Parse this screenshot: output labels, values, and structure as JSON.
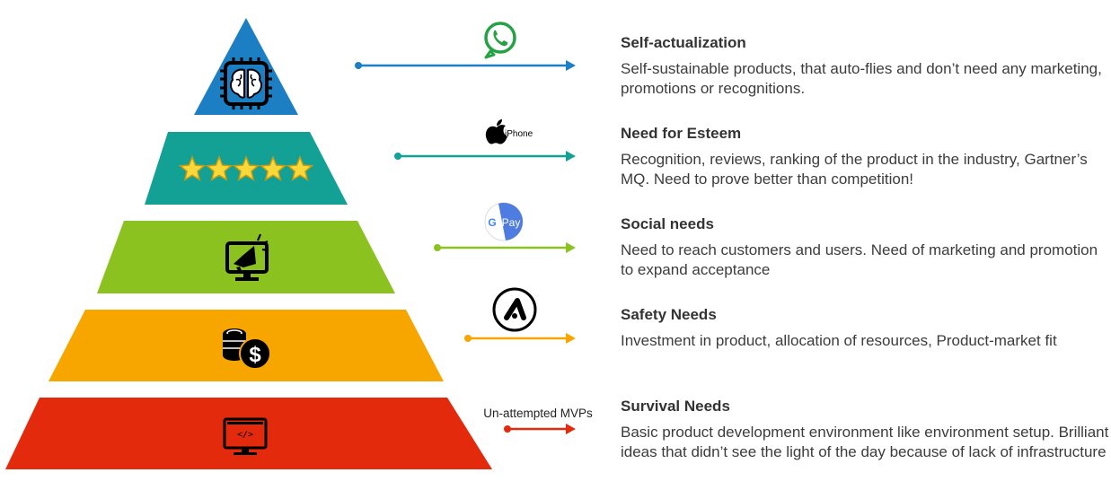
{
  "levels": [
    {
      "title": "Self-actualization",
      "description": "Self-sustainable products, that auto-flies and don’t need any marketing, promotions or recognitions.",
      "color": "#1d7fc3",
      "icon": "brain-chip-icon",
      "brand_icon": "whatsapp-icon"
    },
    {
      "title": "Need for Esteem",
      "description": "Recognition, reviews, ranking of the product in the industry, Gartner’s MQ. Need to prove better than competition!",
      "color": "#13a195",
      "icon": "five-stars-icon",
      "brand_icon": "apple-iphone-logo",
      "brand_text": "iPhone"
    },
    {
      "title": "Social needs",
      "description": "Need to reach customers and users. Need of marketing and promotion to expand acceptance",
      "color": "#8cc21f",
      "icon": "marketing-monitor-icon",
      "brand_icon": "google-pay-logo",
      "brand_text": "Pay"
    },
    {
      "title": "Safety Needs",
      "description": "Investment in product, allocation of resources, Product-market fit",
      "color": "#f7a600",
      "icon": "coins-dollar-icon",
      "brand_icon": "circle-a-logo"
    },
    {
      "title": "Survival Needs",
      "description": "Basic product development environment like environment setup. Brilliant ideas that didn’t see the light of the day  because of lack of infrastructure",
      "color": "#e42a0c",
      "icon": "code-monitor-icon",
      "arrow_label": "Un-attempted MVPs"
    }
  ]
}
